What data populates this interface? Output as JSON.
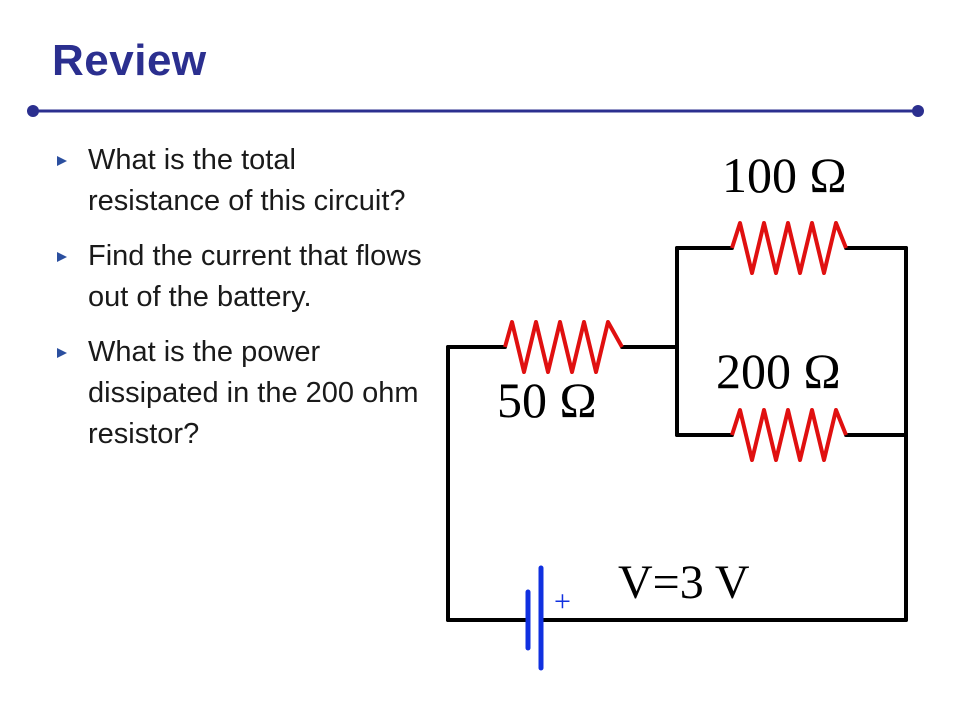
{
  "slide": {
    "title": "Review",
    "bullets": [
      "What is the total resistance of this circuit?",
      "Find the current that flows out of the battery.",
      "What is the power dissipated in the 200 ohm resistor?"
    ]
  },
  "circuit": {
    "r1_label": "100 Ω",
    "r2_label": "200 Ω",
    "r3_label": "50 Ω",
    "battery_label": "V=3 V",
    "battery_plus": "+"
  },
  "colors": {
    "title": "#2b2f8f",
    "rule": "#2b2f8f",
    "bullet_arrow": "#2b4f9f",
    "resistor": "#e01010",
    "battery": "#1030e0",
    "wire": "#000000"
  }
}
